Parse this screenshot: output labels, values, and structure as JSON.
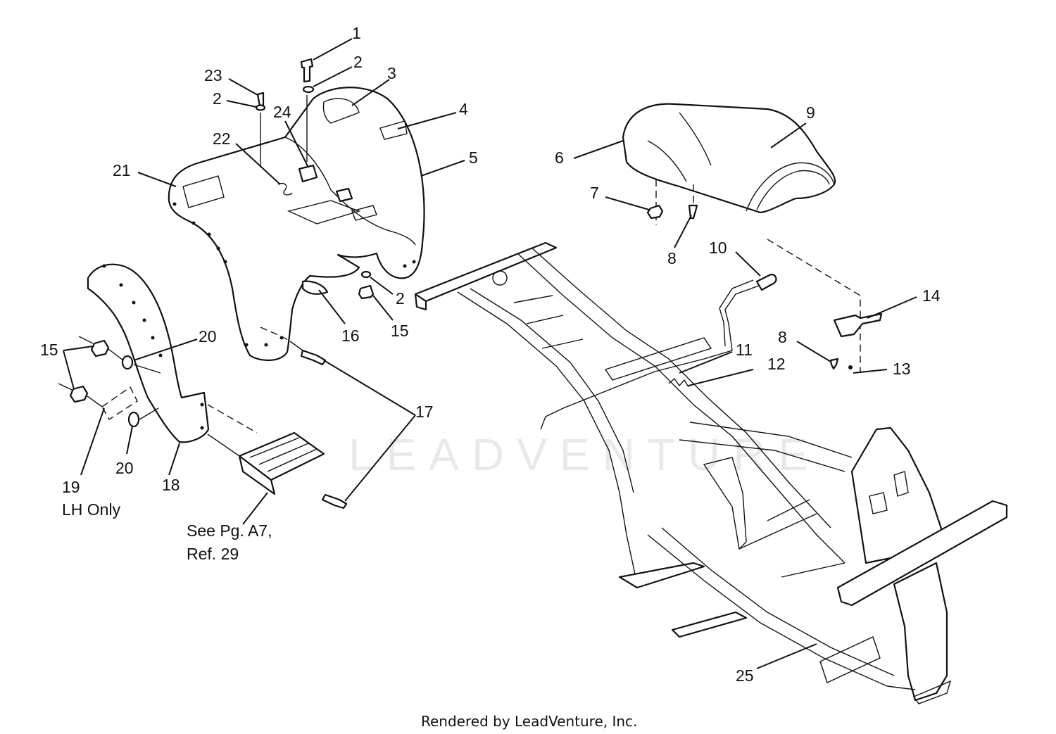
{
  "watermark": "LEADVENTURE",
  "credit": "Rendered by LeadVenture, Inc.",
  "callouts": [
    {
      "id": "c1",
      "text": "1"
    },
    {
      "id": "c2a",
      "text": "2"
    },
    {
      "id": "c2b",
      "text": "2"
    },
    {
      "id": "c2c",
      "text": "2"
    },
    {
      "id": "c3",
      "text": "3"
    },
    {
      "id": "c4",
      "text": "4"
    },
    {
      "id": "c5",
      "text": "5"
    },
    {
      "id": "c6",
      "text": "6"
    },
    {
      "id": "c7",
      "text": "7"
    },
    {
      "id": "c8a",
      "text": "8"
    },
    {
      "id": "c8b",
      "text": "8"
    },
    {
      "id": "c9",
      "text": "9"
    },
    {
      "id": "c10",
      "text": "10"
    },
    {
      "id": "c11",
      "text": "11"
    },
    {
      "id": "c12",
      "text": "12"
    },
    {
      "id": "c13",
      "text": "13"
    },
    {
      "id": "c14",
      "text": "14"
    },
    {
      "id": "c15a",
      "text": "15"
    },
    {
      "id": "c15b",
      "text": "15"
    },
    {
      "id": "c16",
      "text": "16"
    },
    {
      "id": "c17",
      "text": "17"
    },
    {
      "id": "c18",
      "text": "18"
    },
    {
      "id": "c19",
      "text": "19"
    },
    {
      "id": "c20a",
      "text": "20"
    },
    {
      "id": "c20b",
      "text": "20"
    },
    {
      "id": "c21",
      "text": "21"
    },
    {
      "id": "c22",
      "text": "22"
    },
    {
      "id": "c23",
      "text": "23"
    },
    {
      "id": "c24",
      "text": "24"
    },
    {
      "id": "c25",
      "text": "25"
    }
  ],
  "notes": {
    "lh_only": "LH Only",
    "see_page_line1": "See Pg. A7,",
    "see_page_line2": "Ref. 29"
  }
}
